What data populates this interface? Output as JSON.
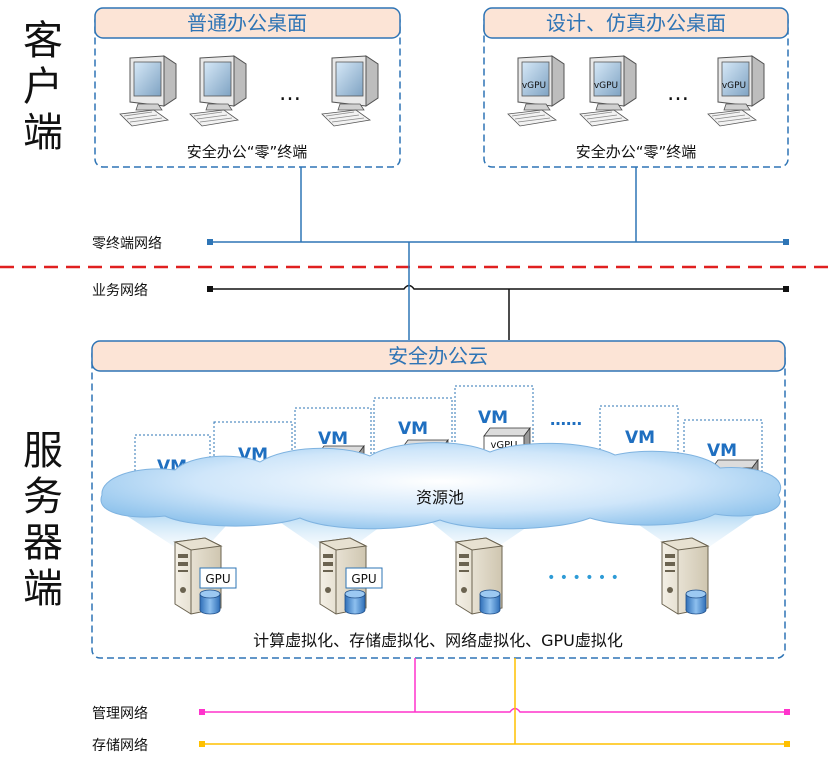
{
  "sides": {
    "client": [
      "客",
      "户",
      "端"
    ],
    "server": [
      "服",
      "务",
      "器",
      "端"
    ]
  },
  "client": {
    "group1": {
      "title": "普通办公桌面",
      "footer": "安全办公“零”终端",
      "ellipsis": "…"
    },
    "group2": {
      "title": "设计、仿真办公桌面",
      "footer": "安全办公“零”终端",
      "ellipsis": "…",
      "vgpu_label": "vGPU"
    }
  },
  "networks": {
    "zero_terminal": "零终端网络",
    "business": "业务网络",
    "management": "管理网络",
    "storage": "存储网络"
  },
  "cloud": {
    "title": "安全办公云",
    "pool_label": "资源池",
    "vm_label": "VM",
    "vgpu_label": "vGPU",
    "gpu_label": "GPU",
    "vm_ellipsis": "……",
    "server_ellipsis": "• • • • • •",
    "footer": "计算虚拟化、存储虚拟化、网络虚拟化、GPU虚拟化"
  },
  "colors": {
    "frame_blue": "#2e74b5",
    "title_fill": "#fce4d6",
    "title_text": "#2e74b5",
    "zero_net": "#2e75b6",
    "business_net": "#111111",
    "management_net": "#ff33cc",
    "storage_net": "#ffc000",
    "divider": "#e02020",
    "cloud": "#a9d3f2"
  }
}
